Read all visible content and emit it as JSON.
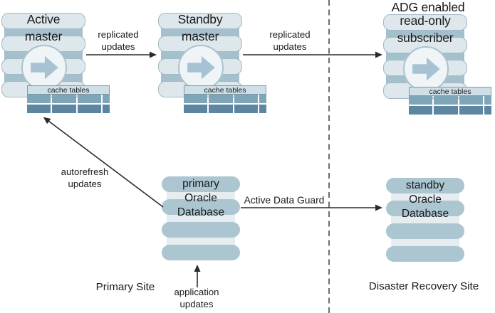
{
  "sites": {
    "primary": "Primary Site",
    "disaster_recovery": "Disaster Recovery Site"
  },
  "nodes": {
    "active_master": {
      "title_line1": "Active",
      "title_line2": "master",
      "cache_label": "cache tables"
    },
    "standby_master": {
      "title_line1": "Standby",
      "title_line2": "master",
      "cache_label": "cache tables"
    },
    "adg_subscriber": {
      "heading": "ADG enabled",
      "title_line1": "read-only",
      "title_line2": "subscriber",
      "cache_label": "cache tables"
    },
    "primary_db": {
      "title_line1": "primary",
      "title_line2": "Oracle",
      "title_line3": "Database"
    },
    "standby_db": {
      "title_line1": "standby",
      "title_line2": "Oracle",
      "title_line3": "Database"
    }
  },
  "arrows": {
    "replicated_1": {
      "label_line1": "replicated",
      "label_line2": "updates"
    },
    "replicated_2": {
      "label_line1": "replicated",
      "label_line2": "updates"
    },
    "active_data_guard": {
      "label": "Active Data Guard"
    },
    "autorefresh": {
      "label_line1": "autorefresh",
      "label_line2": "updates"
    },
    "application": {
      "label_line1": "application",
      "label_line2": "updates"
    }
  },
  "icons": {
    "replication_icon": "right-arrow-in-circle"
  },
  "colors": {
    "text": "#1a1a1a",
    "line": "#2b2b2b",
    "divider": "#4a4a4a",
    "disk-light": "#dde7ec",
    "disk-border": "#a2bac6",
    "stack-dark": "#a5c0cd",
    "oracle-disk": "#abc5d1",
    "oracle-gap": "#e6edf0",
    "circle-fill": "#eff4f6",
    "circle-border": "#aac3cf",
    "icon-arrow": "#a7c3d3",
    "cache-header-fill": "#cedfe8",
    "cache-header-border": "#7d99a8",
    "grid-row1": "#7ea5b8",
    "grid-row2": "#5d87a0"
  }
}
